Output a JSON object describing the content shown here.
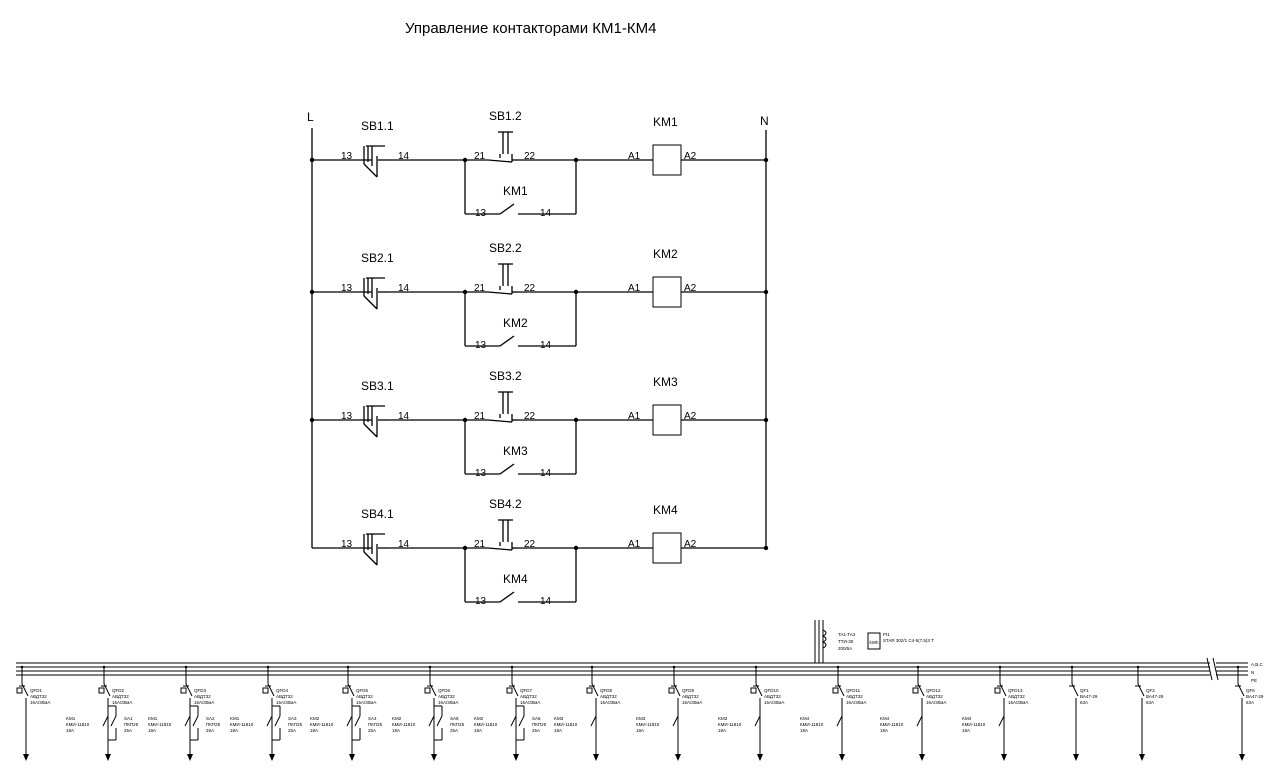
{
  "title": "Управление контакторами КМ1-КМ4",
  "rail_labels": {
    "line": "L",
    "neutral": "N"
  },
  "rungs": [
    {
      "start": "SB1.1",
      "stop": "SB1.2",
      "coil": "KM1",
      "aux": "KM1"
    },
    {
      "start": "SB2.1",
      "stop": "SB2.2",
      "coil": "KM2",
      "aux": "KM2"
    },
    {
      "start": "SB3.1",
      "stop": "SB3.2",
      "coil": "KM3",
      "aux": "KM3"
    },
    {
      "start": "SB4.1",
      "stop": "SB4.2",
      "coil": "KM4",
      "aux": "KM4"
    }
  ],
  "pins": {
    "no_in": "13",
    "no_out": "14",
    "nc_in": "21",
    "nc_out": "22",
    "coil_in": "A1",
    "coil_out": "A2"
  },
  "bus": {
    "labels": [
      "A,B,C",
      "N",
      "PE"
    ],
    "meter": {
      "ct": [
        "TA1-TA3",
        "ТТИ-30",
        "200/5А"
      ],
      "device": [
        "PI1",
        "STAR 302/1 C4-5(7,5)3 T"
      ],
      "box": "kWh"
    },
    "feeders": [
      {
        "qf": [
          "QFD1",
          "АВДТ32",
          "16А/30мА"
        ]
      },
      {
        "qf": [
          "QFD2",
          "АВДТ32",
          "16А/30мА"
        ],
        "contactor": [
          "KM1",
          "КМИ-11810",
          "18А"
        ],
        "switch": [
          "SA1",
          "ПКП25",
          "25А"
        ]
      },
      {
        "qf": [
          "QFD3",
          "АВДТ32",
          "16А/30мА"
        ],
        "contactor": [
          "KM1",
          "КМИ-11810",
          "18А"
        ],
        "switch": [
          "SA2",
          "ПКП25",
          "25А"
        ]
      },
      {
        "qf": [
          "QFD4",
          "АВДТ32",
          "16А/30мА"
        ],
        "contactor": [
          "KM1",
          "КМИ-11810",
          "18А"
        ],
        "switch": [
          "SA3",
          "ПКП25",
          "25А"
        ]
      },
      {
        "qf": [
          "QFD5",
          "АВДТ32",
          "16А/30мА"
        ],
        "contactor": [
          "KM2",
          "КМИ-11810",
          "18А"
        ],
        "switch": [
          "SA4",
          "ПКП25",
          "25А"
        ]
      },
      {
        "qf": [
          "QFD6",
          "АВДТ32",
          "16А/30мА"
        ],
        "contactor": [
          "KM2",
          "КМИ-11810",
          "18А"
        ],
        "switch": [
          "SA5",
          "ПКП25",
          "25А"
        ]
      },
      {
        "qf": [
          "QFD7",
          "АВДТ32",
          "16А/30мА"
        ],
        "contactor": [
          "KM2",
          "КМИ-11810",
          "18А"
        ],
        "switch": [
          "SA6",
          "ПКП25",
          "25А"
        ]
      },
      {
        "qf": [
          "QFD8",
          "АВДТ32",
          "16А/30мА"
        ],
        "contactor": [
          "KM3",
          "КМИ-11810",
          "18А"
        ]
      },
      {
        "qf": [
          "QFD9",
          "АВДТ32",
          "16А/30мА"
        ],
        "contactor": [
          "KM3",
          "КМИ-11810",
          "18А"
        ]
      },
      {
        "qf": [
          "QFD10",
          "АВДТ32",
          "16А/30мА"
        ],
        "contactor": [
          "KM3",
          "КМИ-11810",
          "18А"
        ]
      },
      {
        "qf": [
          "QFD11",
          "АВДТ32",
          "16А/30мА"
        ],
        "contactor": [
          "KM4",
          "КМИ-11810",
          "18А"
        ]
      },
      {
        "qf": [
          "QFD12",
          "АВДТ32",
          "16А/30мА"
        ],
        "contactor": [
          "KM4",
          "КМИ-11810",
          "18А"
        ]
      },
      {
        "qf": [
          "QFD13",
          "АВДТ32",
          "16А/30мА"
        ],
        "contactor": [
          "KM4",
          "КМИ-11810",
          "18А"
        ]
      },
      {
        "qf": [
          "QF1",
          "ВА47-29",
          "63А"
        ],
        "simple": true
      },
      {
        "qf": [
          "QF2",
          "ВА47-29",
          "63А"
        ],
        "simple": true
      },
      {
        "qf": [
          "QF6",
          "ВА47-29",
          "63А"
        ],
        "simple": true
      }
    ]
  }
}
